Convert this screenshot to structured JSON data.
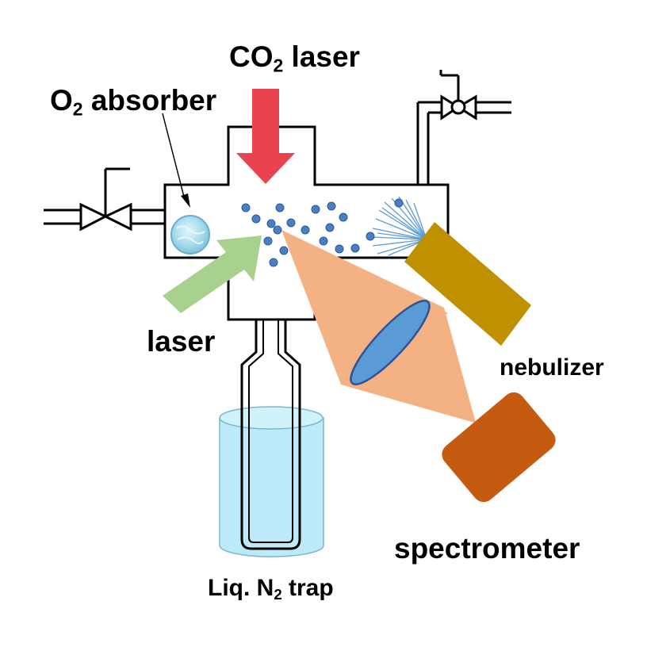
{
  "labels": {
    "co2_laser": {
      "pre": "CO",
      "sub": "2",
      "post": " laser"
    },
    "o2_absorber": {
      "pre": "O",
      "sub": "2",
      "post": " absorber"
    },
    "laser": "laser",
    "nebulizer": "nebulizer",
    "spectrometer": "spectrometer",
    "ln2_trap": {
      "pre": "Liq. N",
      "sub": "2",
      "post": " trap"
    }
  },
  "colors": {
    "co2_laser_arrow": "#e8434f",
    "laser_arrow": "#a9d18e",
    "emission_cone": "#f4b183",
    "lens": "#5b9bd5",
    "particles": "#4a7fc1",
    "nebulizer_body": "#bf9000",
    "spectrometer_body": "#c55a11",
    "ln2_liquid": "#bdeaf8",
    "absorber": "#a8dcec"
  }
}
